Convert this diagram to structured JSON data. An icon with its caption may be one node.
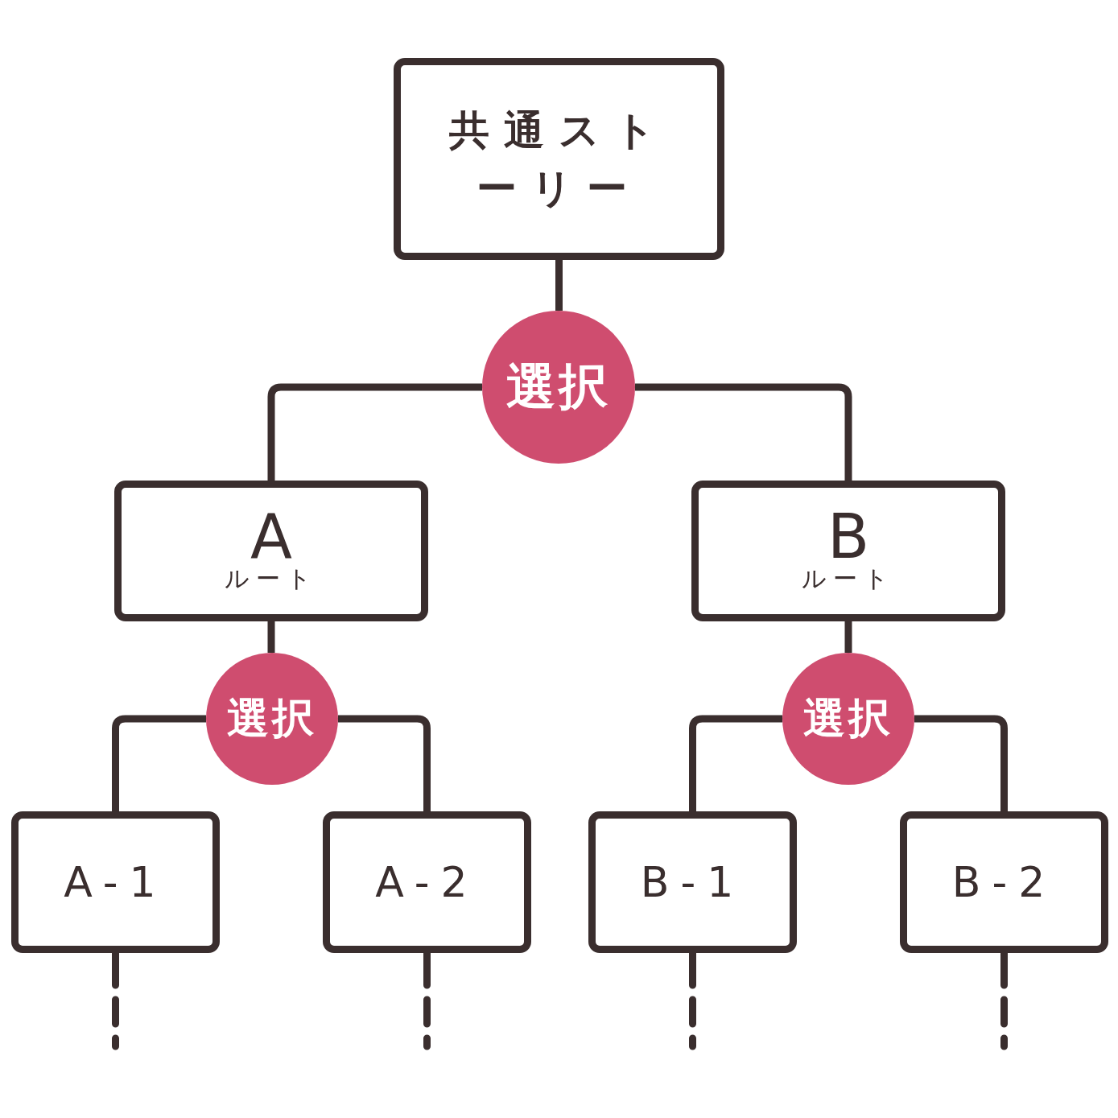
{
  "diagram": {
    "nodes": [
      {
        "text": [
          "共通ストーリー"
        ]
      },
      {
        "text": [
          "選択"
        ]
      },
      {
        "text": [
          "A",
          "ルート"
        ]
      },
      {
        "text": [
          "B",
          "ルート"
        ]
      },
      {
        "text": [
          "選択"
        ]
      },
      {
        "text": [
          "選択"
        ]
      },
      {
        "text": [
          "A-1"
        ]
      },
      {
        "text": [
          "A-2"
        ]
      },
      {
        "text": [
          "B-1"
        ]
      },
      {
        "text": [
          "B-2"
        ]
      }
    ],
    "edges": [
      {
        "from": 0,
        "to": 1,
        "arrow": "none"
      },
      {
        "from": 1,
        "to": 2,
        "arrow": "none"
      },
      {
        "from": 1,
        "to": 3,
        "arrow": "none"
      },
      {
        "from": 2,
        "to": 4,
        "arrow": "none"
      },
      {
        "from": 3,
        "to": 5,
        "arrow": "none"
      },
      {
        "from": 4,
        "to": 6,
        "arrow": "none"
      },
      {
        "from": 4,
        "to": 7,
        "arrow": "none"
      },
      {
        "from": 5,
        "to": 8,
        "arrow": "none"
      },
      {
        "from": 5,
        "to": 9,
        "arrow": "none"
      },
      {
        "from": 6,
        "to": null,
        "arrow": "none",
        "style": "dashed"
      },
      {
        "from": 7,
        "to": null,
        "arrow": "none",
        "style": "dashed"
      },
      {
        "from": 8,
        "to": null,
        "arrow": "none",
        "style": "dashed"
      },
      {
        "from": 9,
        "to": null,
        "arrow": "none",
        "style": "dashed"
      }
    ]
  }
}
